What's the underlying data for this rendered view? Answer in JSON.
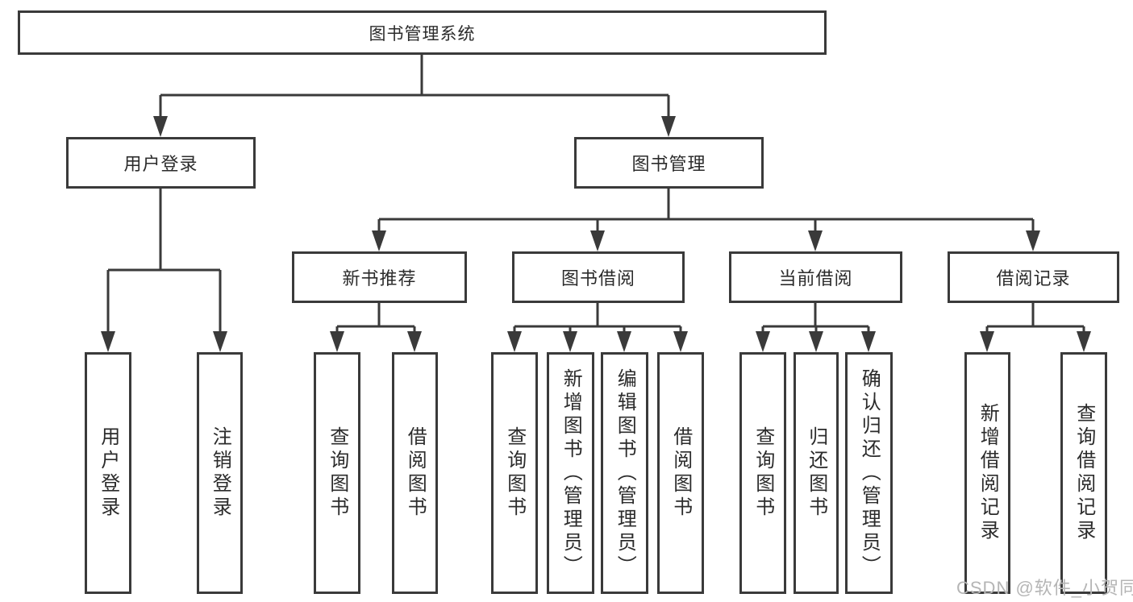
{
  "tree": {
    "root": "图书管理系统",
    "branches": [
      {
        "label": "用户登录",
        "children": [
          {
            "label": "用户登录"
          },
          {
            "label": "注销登录"
          }
        ]
      },
      {
        "label": "图书管理",
        "sections": [
          {
            "label": "新书推荐",
            "children": [
              {
                "label": "查询图书"
              },
              {
                "label": "借阅图书"
              }
            ]
          },
          {
            "label": "图书借阅",
            "children": [
              {
                "label": "查询图书"
              },
              {
                "label": "新增图书（管理员）"
              },
              {
                "label": "编辑图书（管理员）"
              },
              {
                "label": "借阅图书"
              }
            ]
          },
          {
            "label": "当前借阅",
            "children": [
              {
                "label": "查询图书"
              },
              {
                "label": "归还图书"
              },
              {
                "label": "确认归还（管理员）"
              }
            ]
          },
          {
            "label": "借阅记录",
            "children": [
              {
                "label": "新增借阅记录"
              },
              {
                "label": "查询借阅记录"
              }
            ]
          }
        ]
      }
    ]
  },
  "watermark": {
    "text": "CSDN @软件_小贺同学"
  },
  "colors": {
    "line": "#3a3a3a",
    "text": "#2b2b2b",
    "watermark": "#b5b5b5",
    "background": "#ffffff"
  }
}
